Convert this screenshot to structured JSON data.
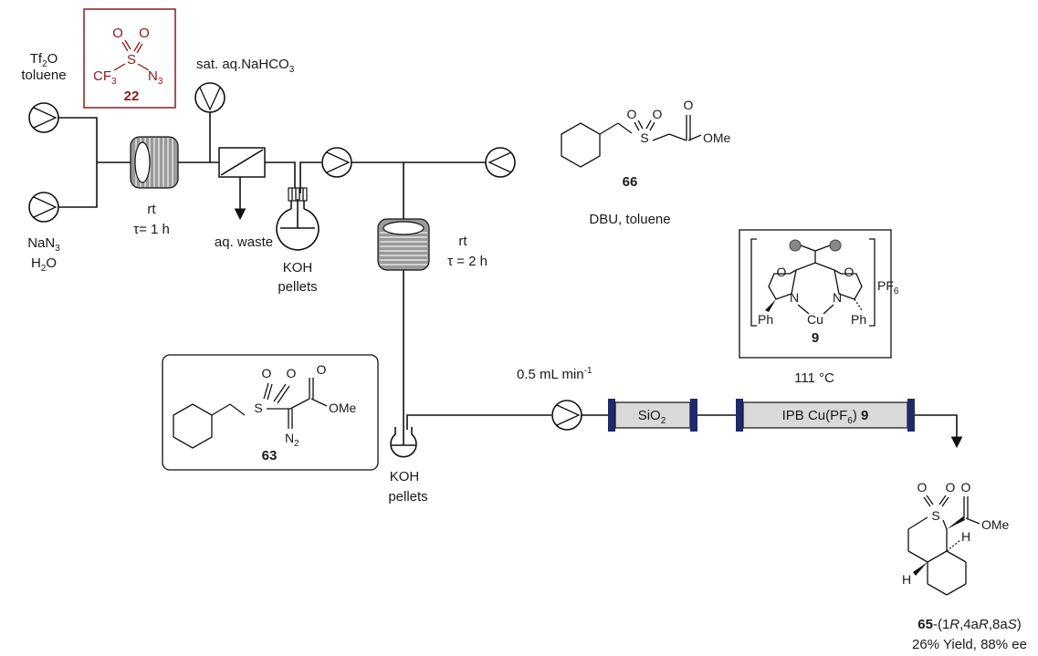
{
  "reagent_22": {
    "o1": "O",
    "o2": "O",
    "s": "S",
    "cf3": "CF",
    "cf3_sub": "3",
    "n3": "N",
    "n3_sub": "3",
    "number": "22"
  },
  "pump1": {
    "line1_a": "Tf",
    "line1_sub": "2",
    "line1_b": "O",
    "line2": "toluene"
  },
  "pump2": {
    "line1_a": "NaN",
    "line1_sub": "3",
    "line2_a": "H",
    "line2_sub": "2",
    "line2_b": "O"
  },
  "pump3": {
    "label": "sat. aq.NaHCO",
    "label_sub": "3"
  },
  "coil1": {
    "temp": "rt",
    "time": "τ= 1 h"
  },
  "separator": {
    "waste": "aq. waste"
  },
  "flask1": {
    "line1": "KOH",
    "line2": "pellets"
  },
  "coil2": {
    "temp": "rt",
    "time": "τ = 2 h"
  },
  "compound_66": {
    "ome": "OMe",
    "s": "S",
    "o1": "O",
    "o2": "O",
    "o3": "O",
    "number": "66"
  },
  "conditions_66": "DBU, toluene",
  "catalyst_9": {
    "o1": "O",
    "o2": "O",
    "n1": "N",
    "n2": "N",
    "cu": "Cu",
    "ph1": "Ph",
    "ph2": "Ph",
    "pf6": "PF",
    "pf6_sub": "6",
    "number": "9"
  },
  "temperature": "111  °C",
  "compound_63": {
    "s": "S",
    "o1": "O",
    "o2": "O",
    "o3": "O",
    "ome": "OMe",
    "n2": "N",
    "n2_sub": "2",
    "number": "63"
  },
  "flow_rate": {
    "text": "0.5 mL min",
    "sup": "-1"
  },
  "flask2": {
    "line1": "KOH",
    "line2": "pellets"
  },
  "column1": {
    "label": "SiO",
    "label_sub": "2"
  },
  "column2": {
    "label_a": "IPB Cu(PF",
    "label_sub": "6",
    "label_b": ")",
    "label_num": "9"
  },
  "product_65": {
    "s": "S",
    "o1": "O",
    "o2": "O",
    "o3": "O",
    "ome": "OMe",
    "h1": "H",
    "h2": "H",
    "num": "65",
    "desc_a": "-(1",
    "r1": "R",
    ",4a": ",4a",
    "r2": "R",
    ",8a": ",8a",
    "s3": "S",
    ")": ")",
    "yield": "26% Yield, 88% ee"
  }
}
